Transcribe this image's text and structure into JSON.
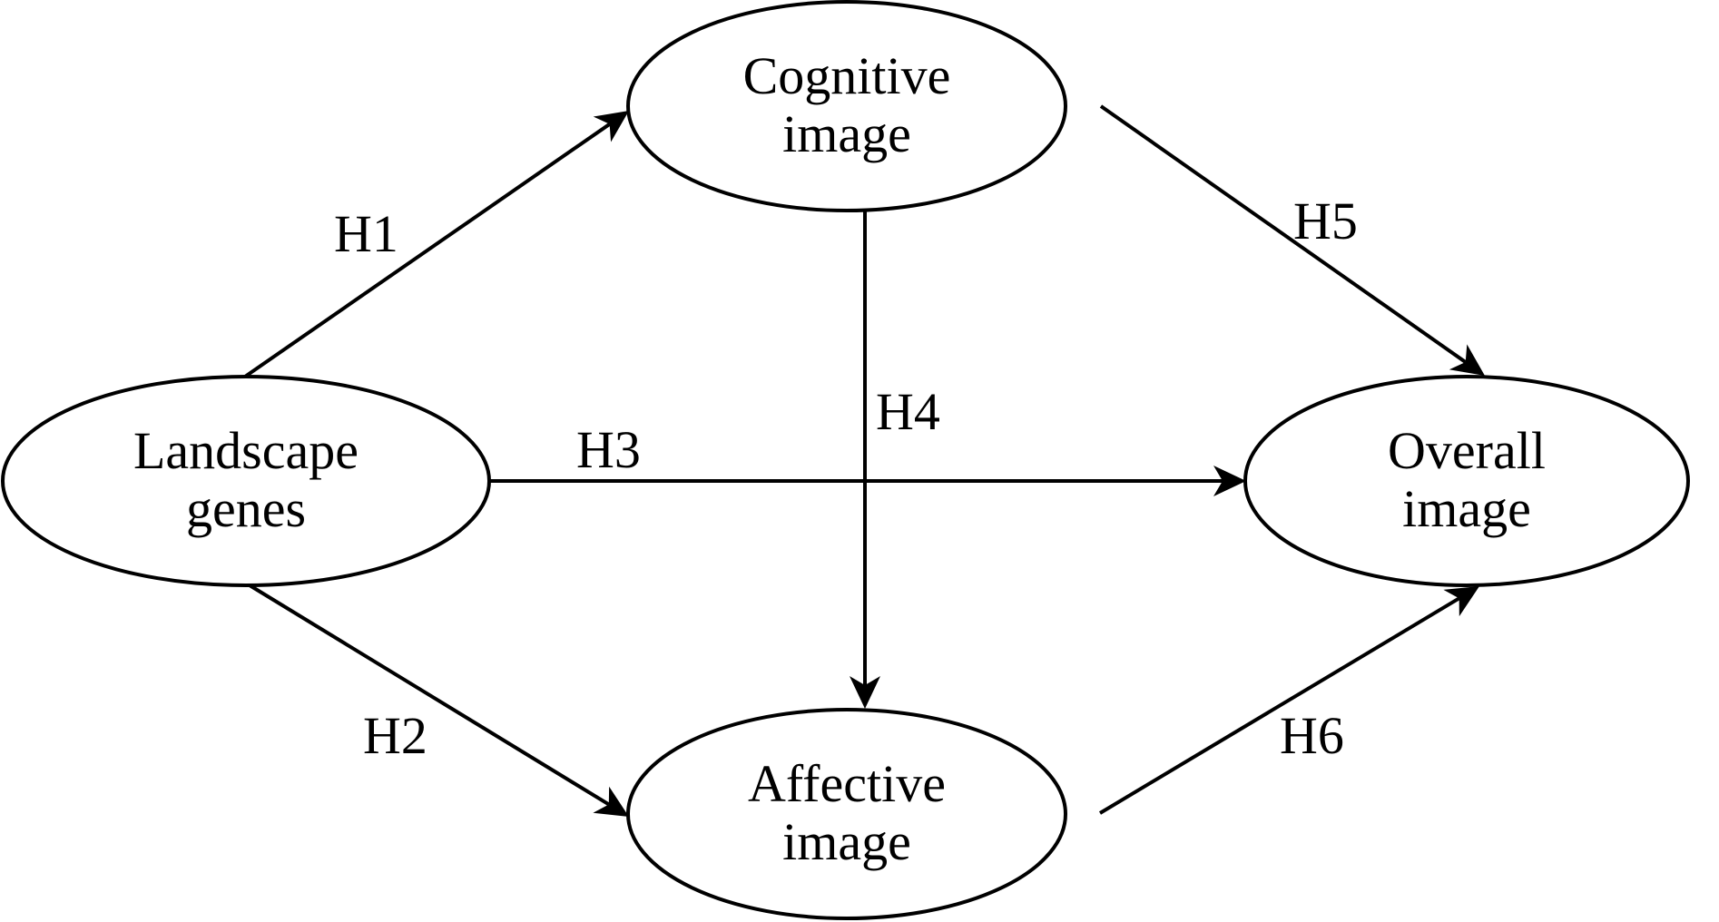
{
  "diagram": {
    "type": "path-model",
    "colors": {
      "stroke": "#000000",
      "fill": "#ffffff",
      "text": "#000000"
    },
    "nodes": [
      {
        "id": "landscape",
        "lines": [
          "Landscape",
          "genes"
        ]
      },
      {
        "id": "cognitive",
        "lines": [
          "Cognitive",
          "image"
        ]
      },
      {
        "id": "affective",
        "lines": [
          "Affective",
          "image"
        ]
      },
      {
        "id": "overall",
        "lines": [
          "Overall",
          "image"
        ]
      }
    ],
    "edges": [
      {
        "id": "H1",
        "label": "H1",
        "from": "landscape",
        "to": "cognitive"
      },
      {
        "id": "H2",
        "label": "H2",
        "from": "landscape",
        "to": "affective"
      },
      {
        "id": "H3",
        "label": "H3",
        "from": "landscape",
        "to": "overall"
      },
      {
        "id": "H4",
        "label": "H4",
        "from": "cognitive",
        "to": "affective"
      },
      {
        "id": "H5",
        "label": "H5",
        "from": "cognitive",
        "to": "overall"
      },
      {
        "id": "H6",
        "label": "H6",
        "from": "affective",
        "to": "overall"
      }
    ]
  }
}
